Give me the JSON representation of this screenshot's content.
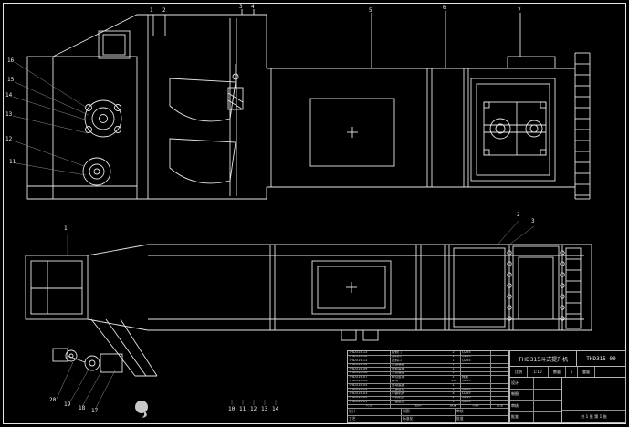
{
  "callouts": {
    "side_top": [
      "1",
      "2",
      "3",
      "4",
      "5",
      "6",
      "7"
    ],
    "side_left": [
      "16",
      "15",
      "14",
      "13",
      "12",
      "11"
    ],
    "plan_left": [
      "1"
    ],
    "plan_right": [
      "2",
      "3"
    ],
    "bottom_left": [
      "20",
      "19",
      "18",
      "17"
    ],
    "bottom_center": [
      "10",
      "11",
      "12",
      "13",
      "14"
    ]
  },
  "bom": {
    "headers": [
      "代号",
      "名称",
      "数量",
      "材料",
      "备注"
    ],
    "rows": [
      [
        "THD315-13",
        "检修门",
        "2",
        "Q235",
        ""
      ],
      [
        "THD315-12",
        "卸料口",
        "1",
        "Q235",
        ""
      ],
      [
        "THD315-11",
        "进料口",
        "1",
        "Q235",
        ""
      ],
      [
        "THD315-10",
        "张紧装置",
        "1",
        "",
        ""
      ],
      [
        "THD315-09",
        "底轮装置",
        "1",
        "",
        ""
      ],
      [
        "THD315-08",
        "头轮装置",
        "1",
        "",
        ""
      ],
      [
        "THD315-07",
        "牵引胶带",
        "1",
        "橡胶",
        ""
      ],
      [
        "THD315-06",
        "料斗",
        "46",
        "Q235",
        ""
      ],
      [
        "THD315-05",
        "驱动装置",
        "1",
        "",
        ""
      ],
      [
        "THD315-04",
        "上部区段",
        "1",
        "Q235",
        ""
      ],
      [
        "THD315-03",
        "中部机壳",
        "4",
        "Q235",
        ""
      ],
      [
        "THD315-02",
        "中间机壳",
        "2",
        "Q235",
        ""
      ],
      [
        "THD315-01",
        "下部区段",
        "1",
        "Q235",
        ""
      ]
    ],
    "footer_rows": [
      [
        "设计",
        "制图",
        "审核"
      ],
      [
        "工艺",
        "标准化",
        "批准"
      ]
    ]
  },
  "title_block": {
    "name_label": "THD315斗式提升机",
    "number_label": "THD315-00",
    "scale_label": "比例",
    "scale_value": "1:10",
    "qty_label": "数量",
    "qty_value": "1",
    "weight_label": "重量",
    "weight_value": "",
    "roles": [
      "设计",
      "制图",
      "审核",
      "批准"
    ],
    "sheet_note": "共 1 张 第 1 张"
  }
}
